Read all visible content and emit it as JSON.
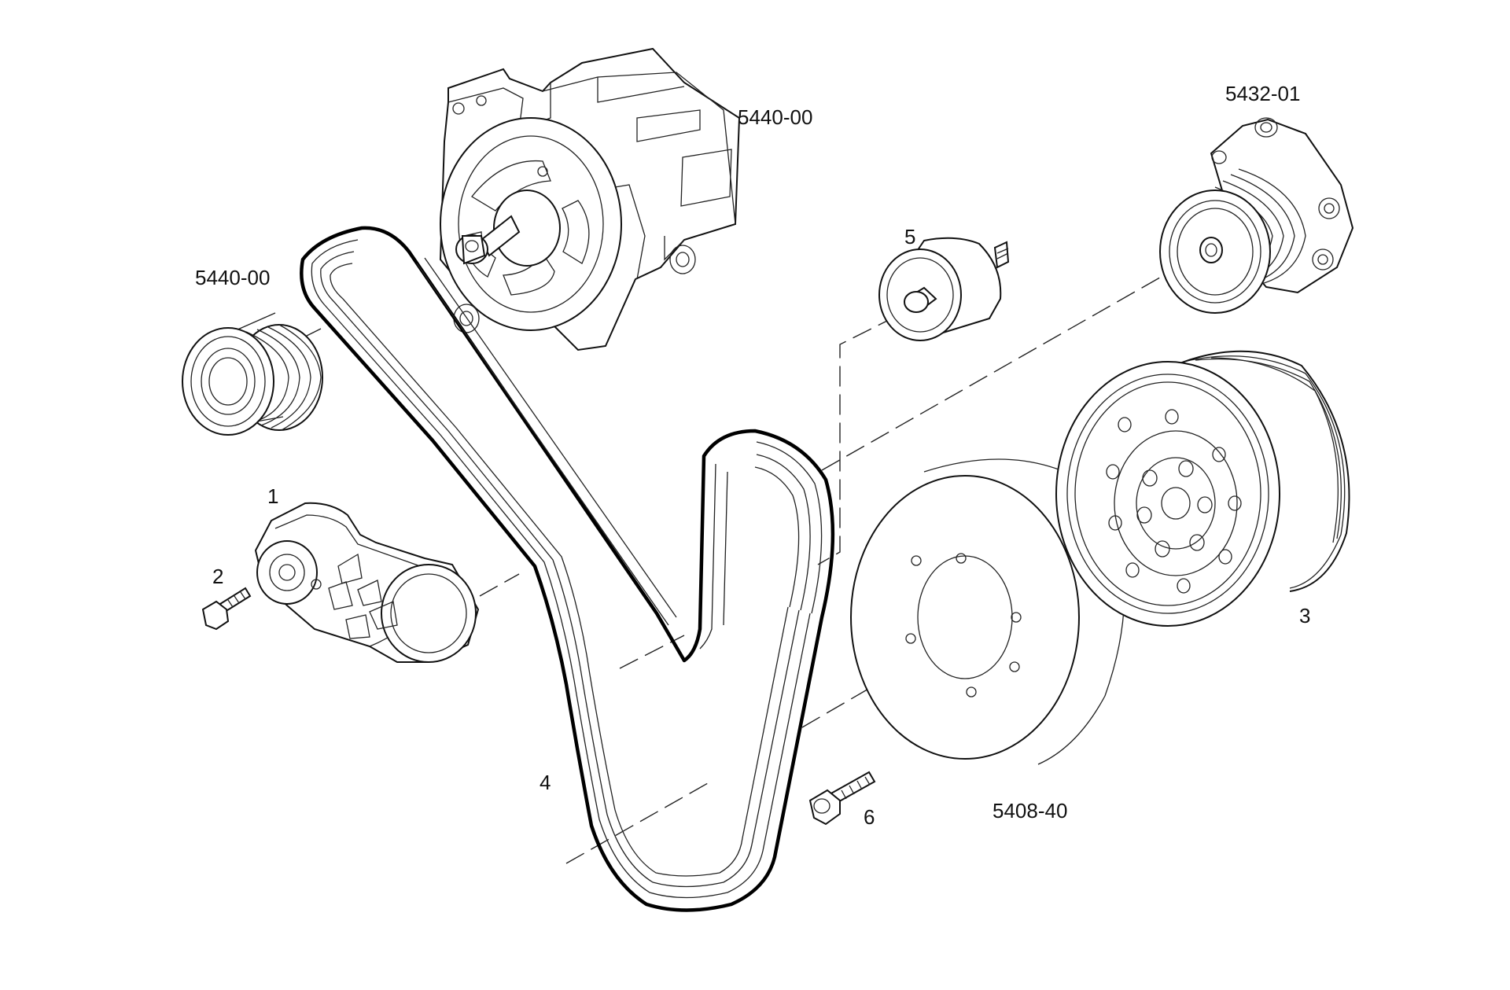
{
  "labels": {
    "alternator": "5440-00",
    "alternator_pulley": "5440-00",
    "water_pump": "5432-01",
    "tensioner": "1",
    "tensioner_bolt": "2",
    "crank_pulley": "3",
    "belt": "4",
    "idler": "5",
    "damper_bolt": "6",
    "damper": "5408-40"
  },
  "colors": {
    "line": "#111111",
    "background": "#ffffff"
  }
}
